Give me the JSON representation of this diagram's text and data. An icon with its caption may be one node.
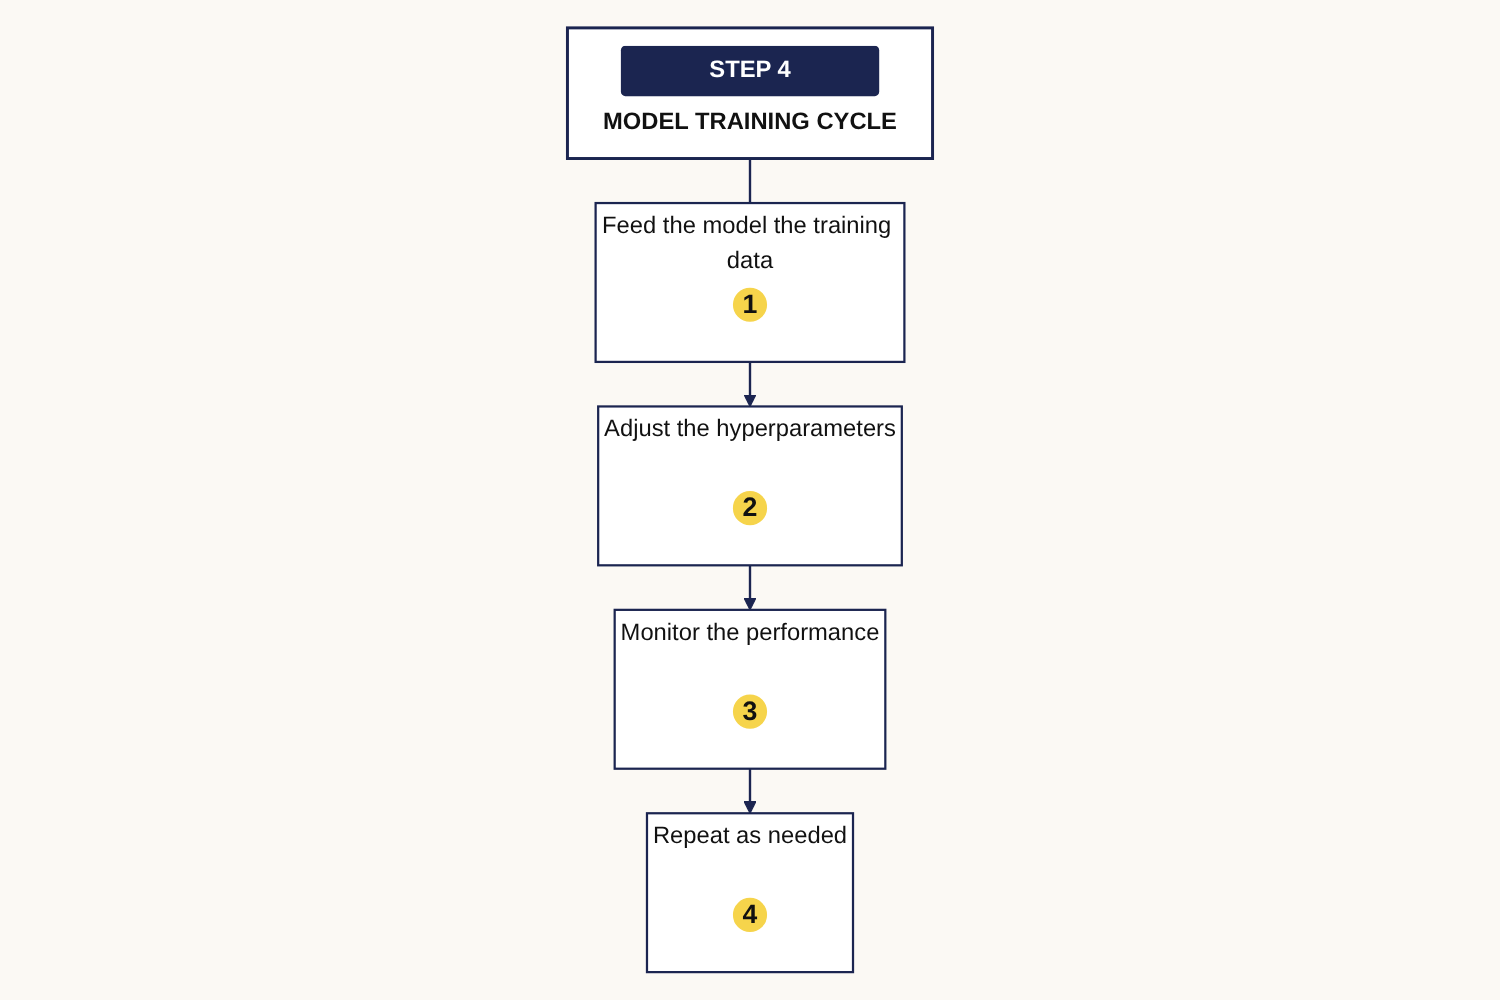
{
  "diagram": {
    "nodes": [
      {
        "text": [
          "STEP 4",
          "MODEL TRAINING CYCLE"
        ]
      },
      {
        "text": [
          "Feed the model the training data"
        ]
      },
      {
        "text": [
          "1"
        ],
        "in": 1
      },
      {
        "text": [
          "Adjust the hyperparameters"
        ]
      },
      {
        "text": [
          "2"
        ],
        "in": 3
      },
      {
        "text": [
          "Monitor the performance"
        ]
      },
      {
        "text": [
          "3"
        ],
        "in": 5
      },
      {
        "text": [
          "Repeat as needed"
        ]
      },
      {
        "text": [
          "4"
        ],
        "in": 7
      }
    ],
    "edges": [
      {
        "from": 0,
        "to": 1,
        "arrow": "none"
      },
      {
        "from": 1,
        "to": 3,
        "arrow": "to"
      },
      {
        "from": 3,
        "to": 5,
        "arrow": "to"
      },
      {
        "from": 5,
        "to": 7,
        "arrow": "to"
      }
    ]
  }
}
